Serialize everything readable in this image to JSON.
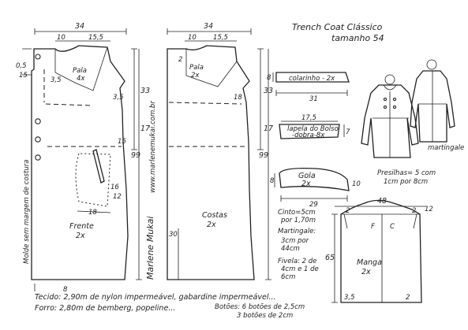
{
  "title": {
    "line1": "Trench Coat Clássico",
    "line2": "tamanho 54"
  },
  "website": "www.marlenemukai.com.br",
  "designer_signature": "Marlene Mukai",
  "front": {
    "top_width": "34",
    "neck_width": "10",
    "shoulder_width": "15,5",
    "side_length": "99",
    "upper_height": "33",
    "lower_height": "17",
    "top_left": "0,5",
    "left_15": "15",
    "neck_drop": "3,5",
    "armhole_depth": "3,5",
    "pocket_width": "18",
    "pocket_depth": "16",
    "pocket_side": "12",
    "dart_mark": "15",
    "bottom_mark": "8",
    "yoke_label": "Pala",
    "yoke_qty": "4x",
    "piece_label": "Frente",
    "piece_qty": "2x",
    "side_note": "Molde sem margem de costura"
  },
  "back": {
    "top_width": "34",
    "neck_width": "10",
    "shoulder_width": "15,5",
    "side_length": "99",
    "upper_height": "33",
    "lower_height": "17",
    "neck_drop": "2",
    "yoke_mark": "18",
    "vent_length": "30",
    "yoke_label": "Pala",
    "yoke_qty": "2x",
    "piece_label": "Costas",
    "piece_qty": "2x"
  },
  "collar_band": {
    "label": "colarinho - 2x",
    "height": "8",
    "length": "31"
  },
  "pocket_flap": {
    "label": "lapela do Bolso",
    "qty": "-dobra-8x",
    "width": "17,5",
    "height": "7"
  },
  "collar": {
    "label": "Gola",
    "qty": "2x",
    "left_height": "8",
    "length": "29",
    "right_height": "10"
  },
  "sleeve": {
    "label": "Manga",
    "qty": "2x",
    "top_width": "48",
    "cap_height": "12",
    "length": "65",
    "corner_left": "2",
    "corner_right": "2",
    "front_mark": "F",
    "back_mark": "C",
    "hem_marks": [
      "3,5",
      "2"
    ]
  },
  "notes": {
    "belt": [
      "Cinto=5cm",
      "por 1,70m"
    ],
    "martingale": [
      "Martingale:",
      "3cm por",
      "44cm"
    ],
    "buckle": [
      "Fivela: 2 de",
      "4cm e 1 de",
      "6cm"
    ],
    "strap": [
      "Presilhas= 5 com",
      "1cm por 8cm"
    ],
    "martingale_tag": "martingale"
  },
  "fabric": {
    "main": "Tecido: 2,90m de nylon impermeável, gabardine impermeável...",
    "lining": "Forro: 2,80m de bemberg, popeline...",
    "buttons": [
      "Botões: 6 botões de 2,5cm",
      "3 botões de 2cm"
    ]
  }
}
